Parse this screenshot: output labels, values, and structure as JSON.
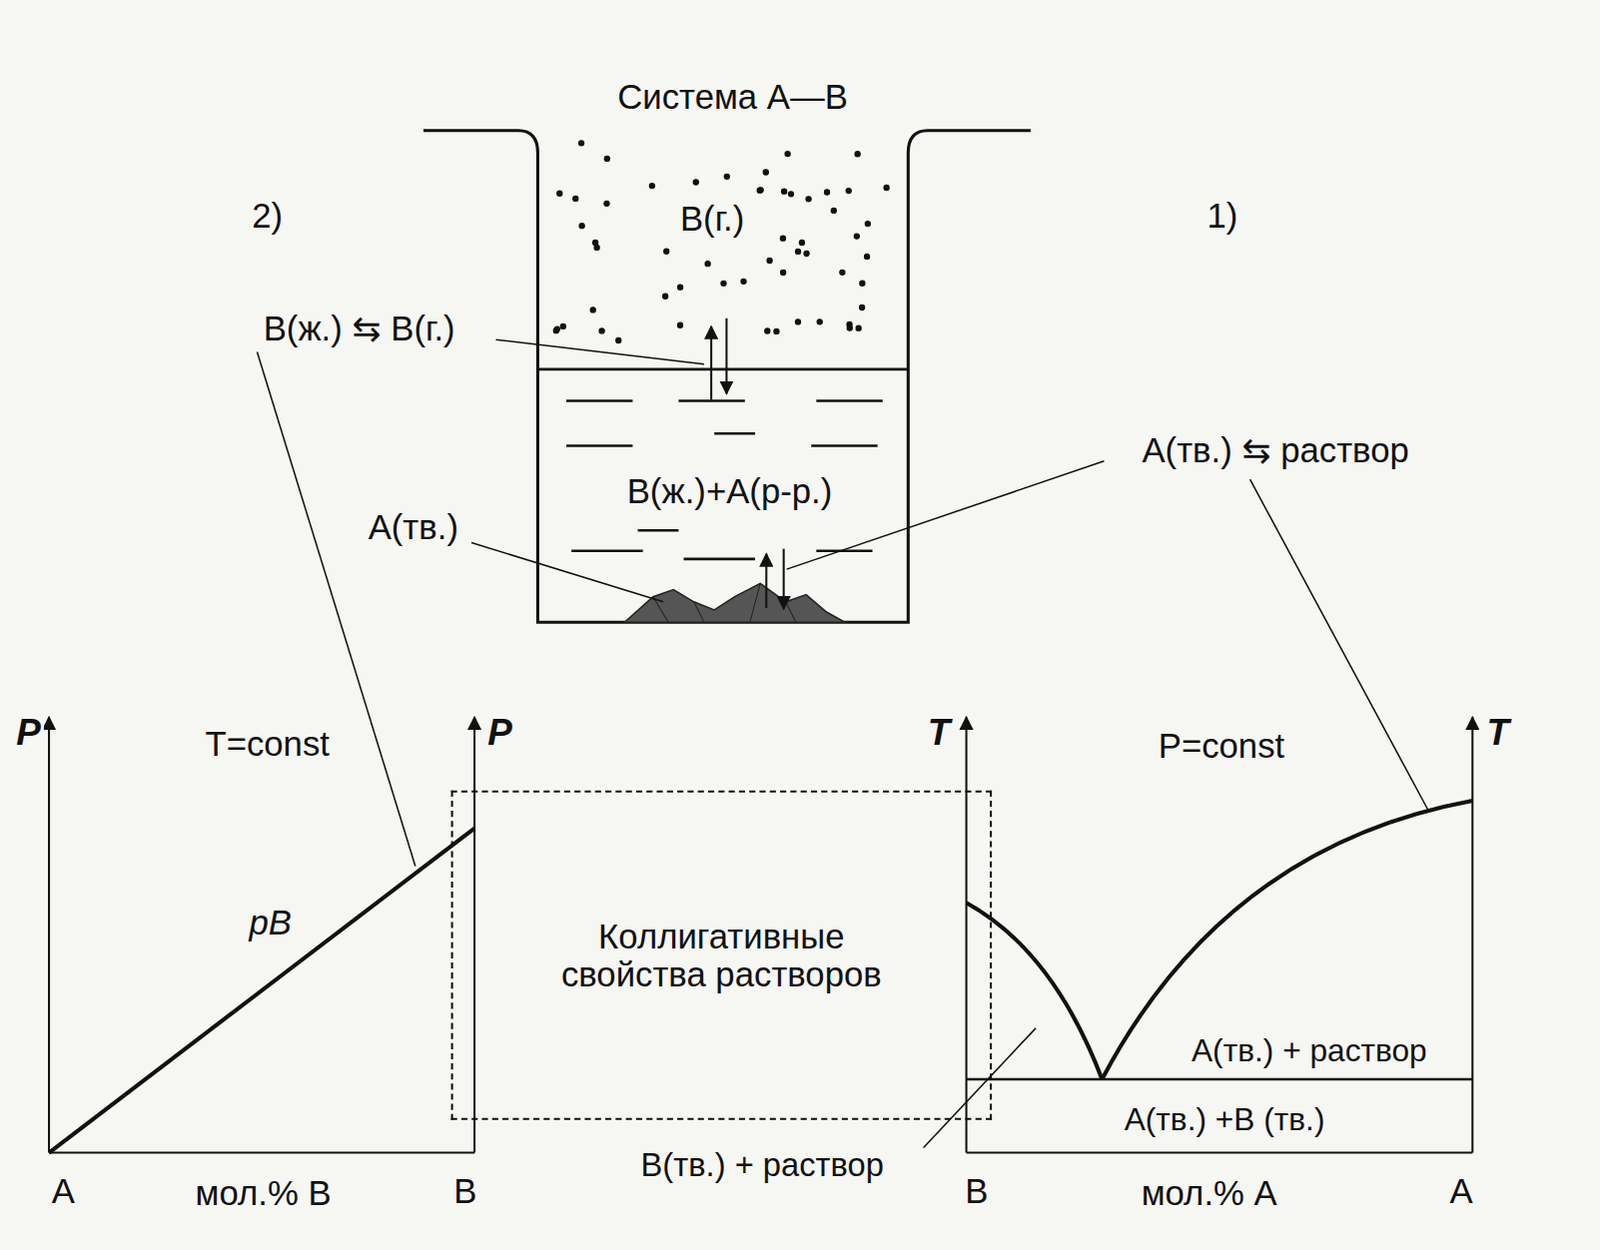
{
  "diagram": {
    "nodes": [
      {
        "text": [
          "Система A—B",
          "B(г.)",
          "B(ж.)+A(р-р.)"
        ]
      },
      {
        "text": [
          "Коллигативные свойства растворов"
        ]
      }
    ],
    "labels": [
      "2)",
      "1)",
      "B(ж.) ⇆ B(г.)",
      "A(тв.)",
      "A(тв.) ⇆ раствор",
      "P",
      "T=const",
      "P",
      "pB",
      "A",
      "мол.% B",
      "B",
      "T",
      "P=const",
      "T",
      "A(тв.) + раствор",
      "A(тв.) +B (тв.)",
      "B(тв.) + раствор",
      "B",
      "мол.% A",
      "A"
    ]
  }
}
